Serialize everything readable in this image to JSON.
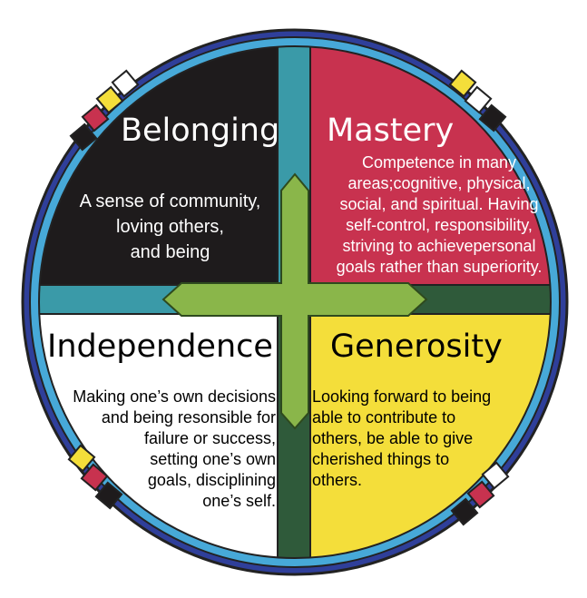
{
  "colors": {
    "belonging": "#1e1b1c",
    "mastery": "#c8324f",
    "independence": "#ffffff",
    "generosity": "#f4de3a",
    "outer_ring": "#2f3f9a",
    "inner_ring": "#47a9d8",
    "cross": "#8ab64a",
    "axis_teal": "#3a9aa8",
    "axis_dark": "#2f5a3a"
  },
  "quadrants": {
    "belonging": {
      "title": "Belonging",
      "lines": [
        "A sense of community,",
        "loving others,",
        "and being"
      ]
    },
    "mastery": {
      "title": "Mastery",
      "lines": [
        "Competence in many",
        "areas;cognitive, physical,",
        "social, and spiritual. Having",
        "self-control, responsibility,",
        "striving to achievepersonal",
        "goals rather than superiority."
      ]
    },
    "independence": {
      "title": "Independence",
      "lines": [
        "Making one’s own decisions",
        "and being resonsible for",
        "failure or success,",
        "setting one’s own",
        "goals, disciplining",
        "one’s self."
      ]
    },
    "generosity": {
      "title": "Generosity",
      "lines": [
        "Looking forward to being",
        "able to contribute to",
        "others, be able to give",
        "cherished things to",
        "others."
      ]
    }
  }
}
